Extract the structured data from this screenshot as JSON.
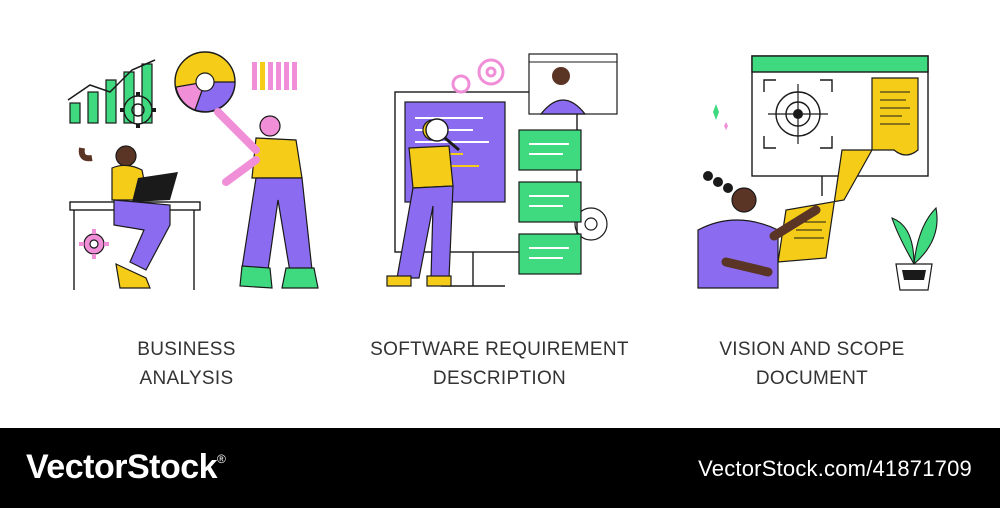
{
  "panels": [
    {
      "line1": "BUSINESS",
      "line2": "ANALYSIS"
    },
    {
      "line1": "SOFTWARE REQUIREMENT",
      "line2": "DESCRIPTION"
    },
    {
      "line1": "VISION AND SCOPE",
      "line2": "DOCUMENT"
    }
  ],
  "footer": {
    "brand": "VectorStock",
    "brand_mark": "®",
    "url": "VectorStock.com/41871709"
  },
  "colors": {
    "purple": "#8b6cf0",
    "yellow": "#f5cc17",
    "green": "#3fd980",
    "pink": "#f08ed8",
    "skin": "#5a3424",
    "outline": "#1a1a1a"
  },
  "icons": [
    "gear-icon",
    "target-icon",
    "magnifier-icon",
    "pie-chart-icon",
    "bar-chart-icon",
    "plant-icon",
    "laptop-icon"
  ]
}
